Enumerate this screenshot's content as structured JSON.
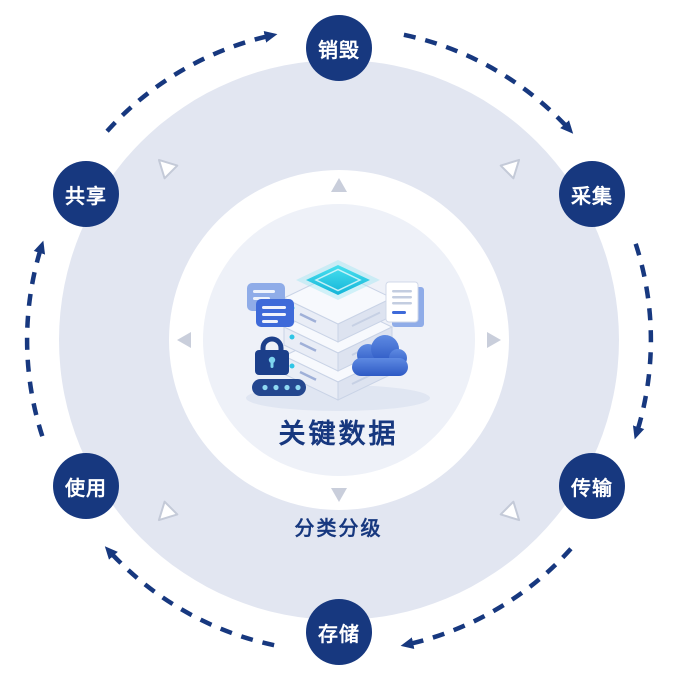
{
  "diagram": {
    "type": "circular-lifecycle",
    "flow_direction": "clockwise",
    "center": {
      "title": "关键数据",
      "illustration": "isometric-server-stack-with-lock-cloud-documents"
    },
    "ring_label": "分类分级"
  },
  "nodes": [
    {
      "id": "destroy",
      "label": "销毁",
      "position": "top"
    },
    {
      "id": "collect",
      "label": "采集",
      "position": "upper-right"
    },
    {
      "id": "transmit",
      "label": "传输",
      "position": "lower-right"
    },
    {
      "id": "store",
      "label": "存储",
      "position": "bottom"
    },
    {
      "id": "use",
      "label": "使用",
      "position": "lower-left"
    },
    {
      "id": "share",
      "label": "共享",
      "position": "upper-left"
    }
  ],
  "sequence": [
    "销毁",
    "采集",
    "传输",
    "存储",
    "使用",
    "共享"
  ],
  "colors": {
    "node_fill": "#17387f",
    "node_text": "#ffffff",
    "arrow": "#17387f",
    "outer_ring": "#e2e6f1",
    "inner_disk": "#eef1f8",
    "title_text": "#17387f",
    "tick_gray": "#c9cedb",
    "accent_cyan": "#2fc5e6",
    "illustration_blue": "#3e6ad9"
  },
  "icons": [
    "server-stack-icon",
    "glow-chip-icon",
    "chat-documents-icon",
    "document-icon",
    "padlock-icon",
    "password-keypad-icon",
    "cloud-icon"
  ]
}
